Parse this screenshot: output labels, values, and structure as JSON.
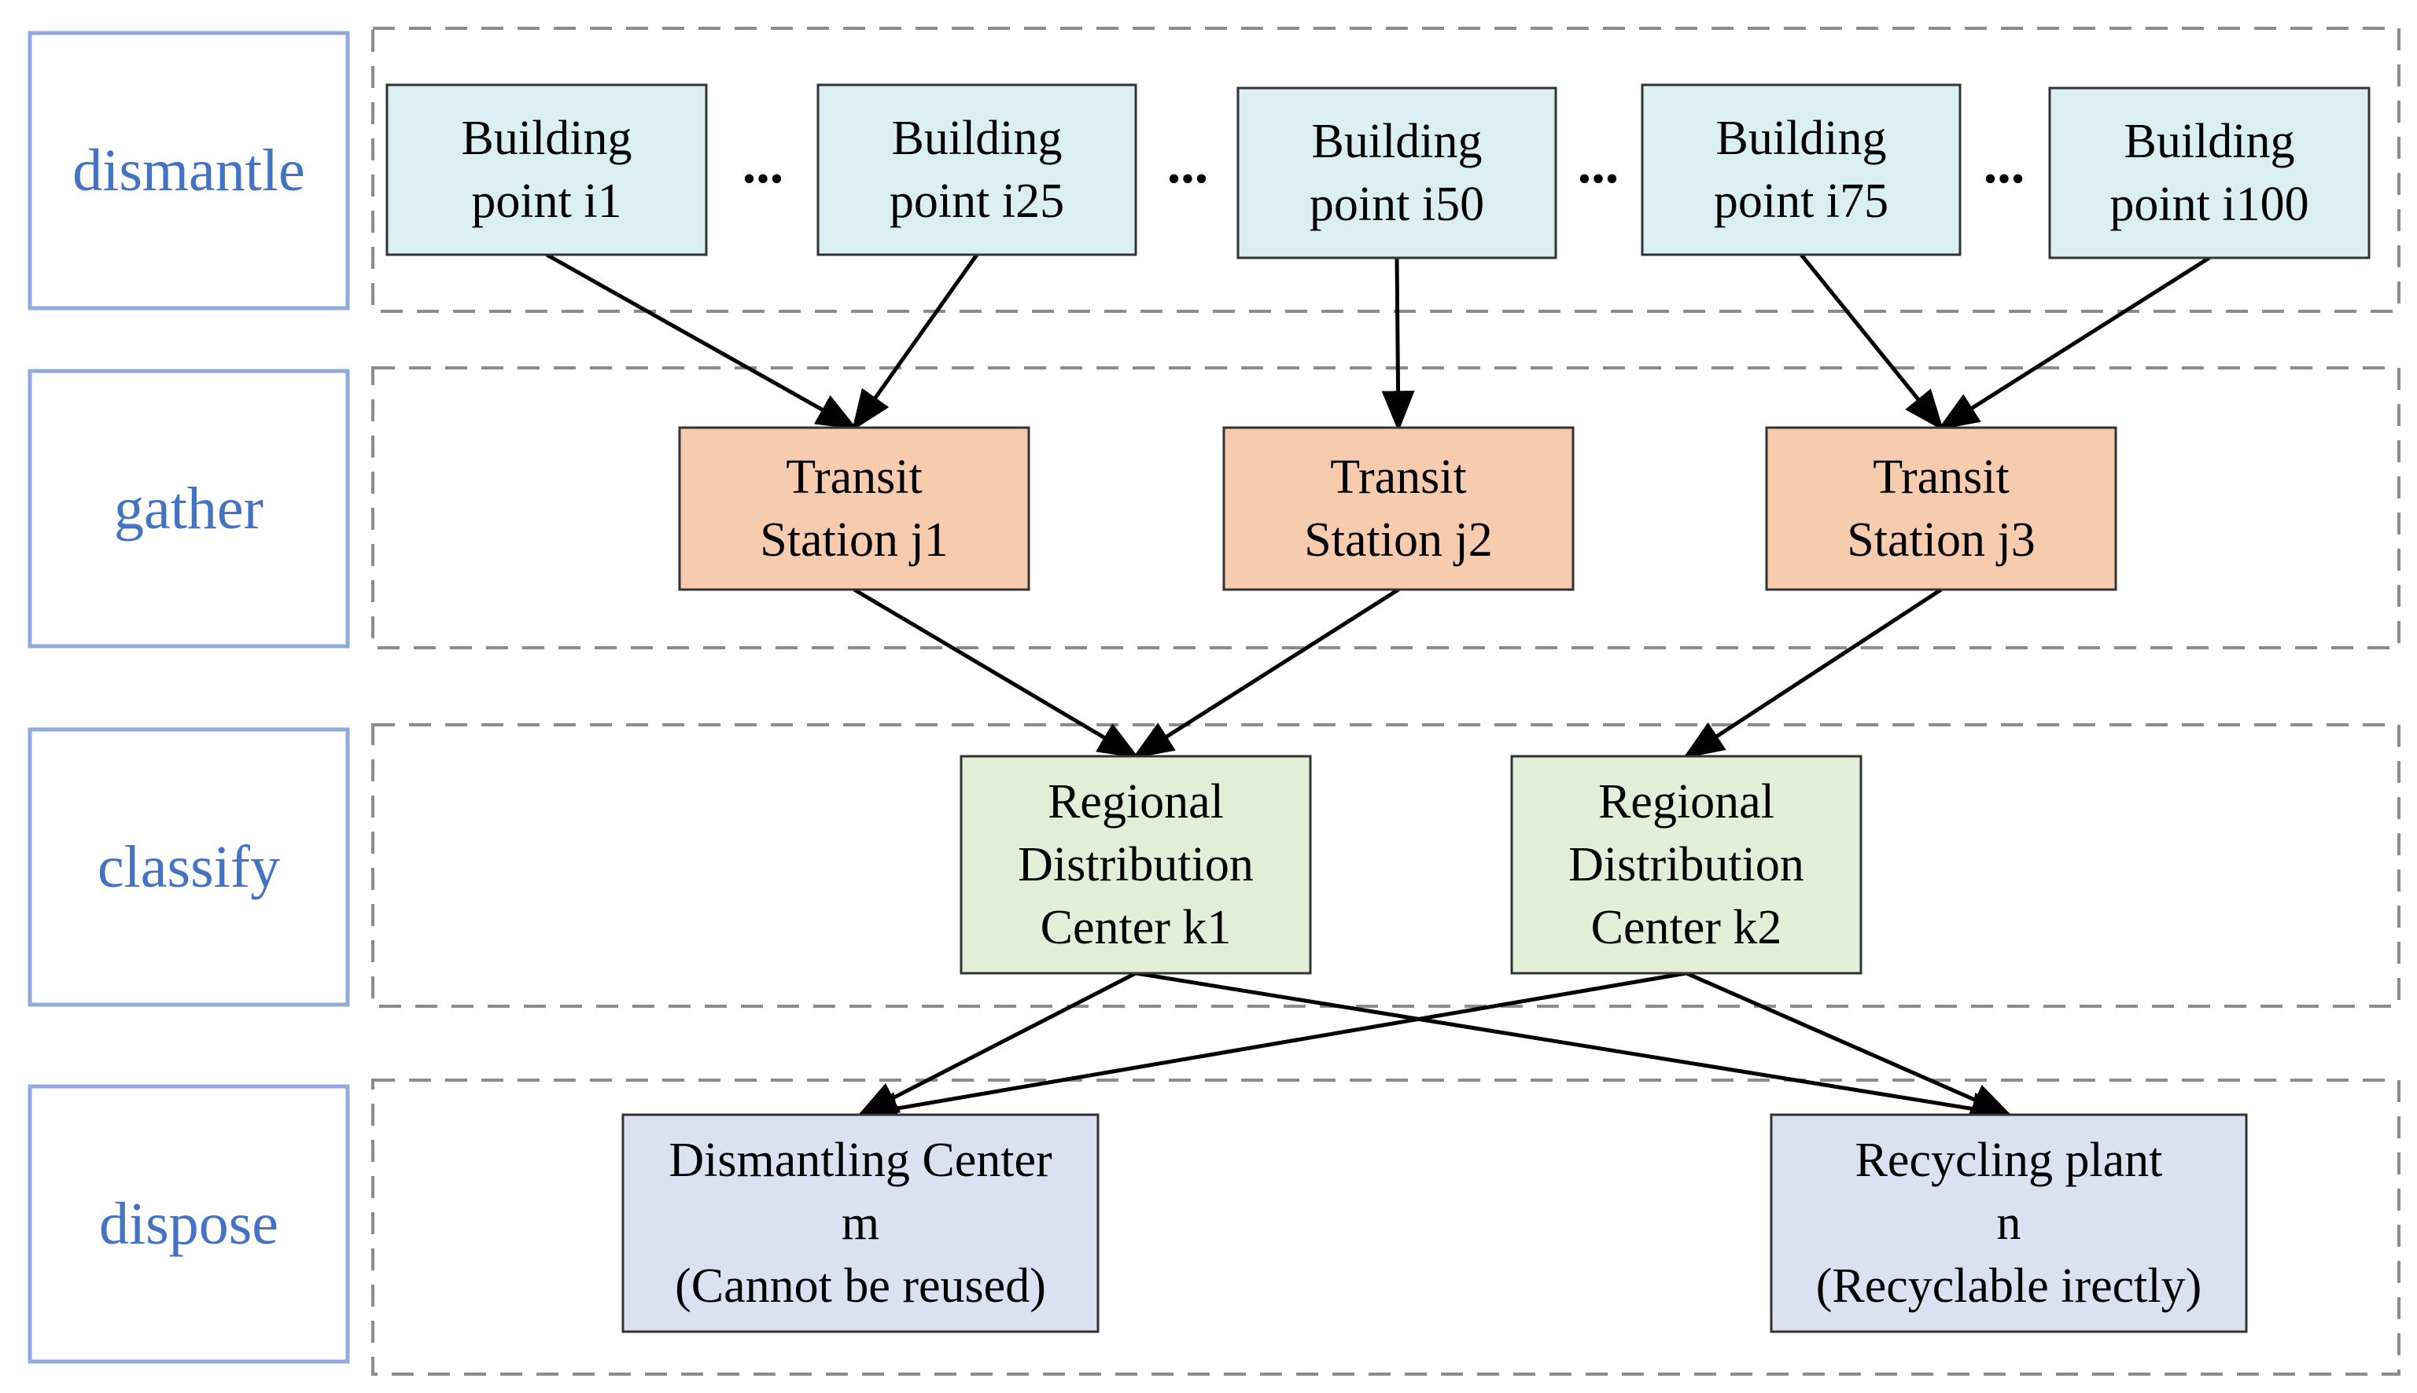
{
  "colors": {
    "stage_text": "#4472C4",
    "stage_border": "#8FAADC",
    "row_border": "#8C8C8C",
    "building_fill": "#DAEFF1",
    "transit_fill": "#F7CBAE",
    "regional_fill": "#E3EED9",
    "dispose_fill": "#DCE1F2",
    "node_border": "#333333",
    "arrow": "#000000"
  },
  "stages": [
    {
      "label": "dismantle"
    },
    {
      "label": "gather"
    },
    {
      "label": "classify"
    },
    {
      "label": "dispose"
    }
  ],
  "ellipsis": "...",
  "nodes": {
    "buildings": [
      {
        "lines": [
          "Building",
          "point i1"
        ]
      },
      {
        "lines": [
          "Building",
          "point i25"
        ]
      },
      {
        "lines": [
          "Building",
          "point i50"
        ]
      },
      {
        "lines": [
          "Building",
          "point i75"
        ]
      },
      {
        "lines": [
          "Building",
          "point i100"
        ]
      }
    ],
    "transit": [
      {
        "lines": [
          "Transit",
          "Station  j1"
        ]
      },
      {
        "lines": [
          "Transit",
          "Station  j2"
        ]
      },
      {
        "lines": [
          "Transit",
          "Station  j3"
        ]
      }
    ],
    "regional": [
      {
        "lines": [
          "Regional",
          "Distribution",
          "Center  k1"
        ]
      },
      {
        "lines": [
          "Regional",
          "Distribution",
          "Center  k2"
        ]
      }
    ],
    "dispose": [
      {
        "lines": [
          "Dismantling Center",
          "m",
          "(Cannot be reused)"
        ]
      },
      {
        "lines": [
          "Recycling plant",
          "n",
          "(Recyclable irectly)"
        ]
      }
    ]
  },
  "edges": [
    {
      "from": "buildings.0",
      "to": "transit.0"
    },
    {
      "from": "buildings.1",
      "to": "transit.0"
    },
    {
      "from": "buildings.2",
      "to": "transit.1"
    },
    {
      "from": "buildings.3",
      "to": "transit.2"
    },
    {
      "from": "buildings.4",
      "to": "transit.2"
    },
    {
      "from": "transit.0",
      "to": "regional.0"
    },
    {
      "from": "transit.1",
      "to": "regional.0"
    },
    {
      "from": "transit.2",
      "to": "regional.1"
    },
    {
      "from": "regional.0",
      "to": "dispose.0"
    },
    {
      "from": "regional.0",
      "to": "dispose.1"
    },
    {
      "from": "regional.1",
      "to": "dispose.0"
    },
    {
      "from": "regional.1",
      "to": "dispose.1"
    }
  ]
}
